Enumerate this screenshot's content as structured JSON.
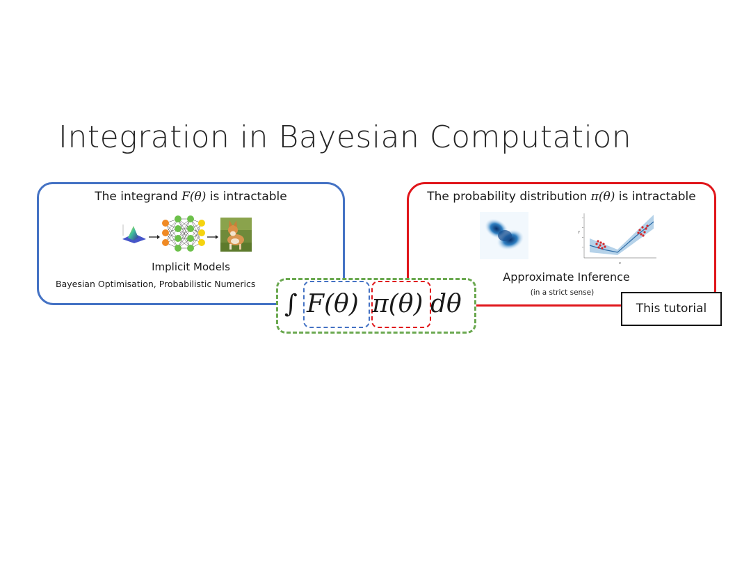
{
  "slide": {
    "title": "Integration in Bayesian Computation"
  },
  "left_panel": {
    "title_prefix": "The integrand ",
    "title_math": "F(θ)",
    "title_suffix": " is intractable",
    "heading": "Implicit Models",
    "subheading": "Bayesian Optimisation, Probabilistic Numerics",
    "border_color": "#4472c4",
    "icons": [
      "surface-plot-icon",
      "arrow-icon",
      "neural-network-icon",
      "arrow-icon",
      "dog-photo-icon"
    ]
  },
  "right_panel": {
    "title_prefix": "The probability distribution ",
    "title_math": "π(θ)",
    "title_suffix": " is intractable",
    "heading": "Approximate Inference",
    "subheading": "(in a strict sense)",
    "border_color": "#e0161b",
    "icons": [
      "density-plot-icon",
      "regression-plot-icon"
    ]
  },
  "equation": {
    "integral": "∫",
    "integrand": "F(θ)",
    "distribution": "π(θ)",
    "differential": "dθ",
    "outer_color": "#6aa84f",
    "integrand_color": "#4472c4",
    "distribution_color": "#e0161b"
  },
  "callout": {
    "label": "This tutorial"
  }
}
